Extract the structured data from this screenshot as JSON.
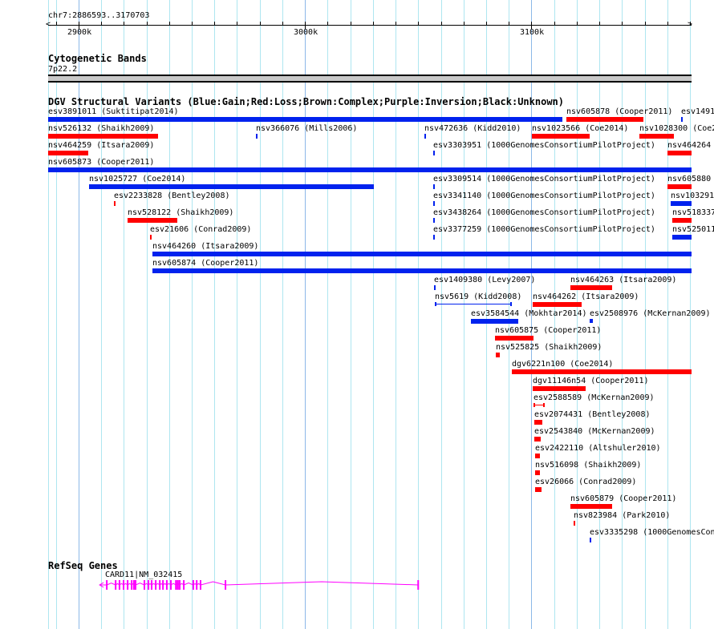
{
  "ruler": {
    "region_label": "chr7:2886593..3170703",
    "start_kb": 2886.593,
    "end_kb": 3170.703,
    "tick_labels": [
      {
        "kb": 2900,
        "label": "2900k"
      },
      {
        "kb": 3000,
        "label": "3000k"
      },
      {
        "kb": 3100,
        "label": "3100k"
      }
    ]
  },
  "cytoband": {
    "title": "Cytogenetic Bands",
    "band_label": "7p22.2",
    "color": "#c8c8c8"
  },
  "dgv": {
    "title": "DGV Structural Variants (Blue:Gain;Red:Loss;Brown:Complex;Purple:Inversion;Black:Unknown)",
    "colors": {
      "gain": "#0022ee",
      "loss": "#ff0000"
    },
    "features": [
      {
        "label": "esv3891011 (Suktitipat2014)",
        "start": 2886.6,
        "end": 3113.8,
        "type": "gain"
      },
      {
        "label": "nsv605878 (Cooper2011)",
        "start": 3115.5,
        "end": 3149.6,
        "type": "loss"
      },
      {
        "label": "esv1491",
        "start": 3166.2,
        "end": 3166.9,
        "type": "gain"
      },
      {
        "label": "nsv526132 (Shaikh2009)",
        "start": 2886.6,
        "end": 2935.2,
        "type": "loss"
      },
      {
        "label": "nsv366076 (Mills2006)",
        "start": 2978.4,
        "end": 2979.1,
        "type": "gain"
      },
      {
        "label": "nsv472636 (Kidd2010)",
        "start": 3052.8,
        "end": 3053.5,
        "type": "gain"
      },
      {
        "label": "nsv1023566 (Coe2014)",
        "start": 3100.3,
        "end": 3125.8,
        "type": "loss"
      },
      {
        "label": "nsv1028300 (Coe2",
        "start": 3147.8,
        "end": 3163.0,
        "type": "loss"
      },
      {
        "label": "nsv464259 (Itsara2009)",
        "start": 2886.6,
        "end": 2904.3,
        "type": "loss"
      },
      {
        "label": "esv3303951 (1000GenomesConsortiumPilotProject)",
        "start": 3056.7,
        "end": 3057.4,
        "type": "gain"
      },
      {
        "label": "nsv464264",
        "start": 3160.2,
        "end": 3170.7,
        "type": "loss"
      },
      {
        "label": "nsv605873 (Cooper2011)",
        "start": 2886.6,
        "end": 3170.7,
        "type": "gain"
      },
      {
        "label": "nsv1025727 (Coe2014)",
        "start": 2904.7,
        "end": 3030.5,
        "type": "gain"
      },
      {
        "label": "esv3309514 (1000GenomesConsortiumPilotProject)",
        "start": 3056.7,
        "end": 3057.4,
        "type": "gain"
      },
      {
        "label": "nsv605880",
        "start": 3160.2,
        "end": 3170.7,
        "type": "loss"
      },
      {
        "label": "esv2233828 (Bentley2008)",
        "start": 2915.7,
        "end": 2916.4,
        "type": "loss"
      },
      {
        "label": "esv3341140 (1000GenomesConsortiumPilotProject)",
        "start": 3056.7,
        "end": 3057.4,
        "type": "gain"
      },
      {
        "label": "nsv103291",
        "start": 3161.6,
        "end": 3170.7,
        "type": "gain"
      },
      {
        "label": "nsv528122 (Shaikh2009)",
        "start": 2921.7,
        "end": 2943.7,
        "type": "loss"
      },
      {
        "label": "esv3438264 (1000GenomesConsortiumPilotProject)",
        "start": 3056.7,
        "end": 3057.4,
        "type": "gain"
      },
      {
        "label": "nsv518337",
        "start": 3162.3,
        "end": 3170.7,
        "type": "loss"
      },
      {
        "label": "esv21606 (Conrad2009)",
        "start": 2931.6,
        "end": 2932.3,
        "type": "loss"
      },
      {
        "label": "esv3377259 (1000GenomesConsortiumPilotProject)",
        "start": 3056.7,
        "end": 3057.4,
        "type": "gain"
      },
      {
        "label": "nsv525011",
        "start": 3162.3,
        "end": 3170.7,
        "type": "gain"
      },
      {
        "label": "nsv464260 (Itsara2009)",
        "start": 2932.7,
        "end": 3170.7,
        "type": "gain"
      },
      {
        "label": "nsv605874 (Cooper2011)",
        "start": 2932.7,
        "end": 3170.7,
        "type": "gain"
      },
      {
        "label": "esv1409380 (Levy2007)",
        "start": 3057.1,
        "end": 3057.8,
        "type": "gain"
      },
      {
        "label": "nsv464263 (Itsara2009)",
        "start": 3117.3,
        "end": 3135.7,
        "type": "loss"
      },
      {
        "label": "nsv5619 (Kidd2008)",
        "start": 3057.4,
        "end": 3091.4,
        "type": "gain",
        "style": "bracket"
      },
      {
        "label": "nsv464262 (Itsara2009)",
        "start": 3100.7,
        "end": 3122.3,
        "type": "loss"
      },
      {
        "label": "esv3584544 (Mokhtar2014)",
        "start": 3073.4,
        "end": 3094.3,
        "type": "gain"
      },
      {
        "label": "esv2508976 (McKernan2009)",
        "start": 3125.8,
        "end": 3127.2,
        "type": "gain",
        "style": "bracket"
      },
      {
        "label": "nsv605875 (Cooper2011)",
        "start": 3084.0,
        "end": 3101.0,
        "type": "loss"
      },
      {
        "label": "nsv525825 (Shaikh2009)",
        "start": 3084.4,
        "end": 3086.1,
        "type": "loss"
      },
      {
        "label": "dgv6221n100 (Coe2014)",
        "start": 3091.4,
        "end": 3170.7,
        "type": "loss"
      },
      {
        "label": "dgv11146n54 (Cooper2011)",
        "start": 3100.7,
        "end": 3124.0,
        "type": "loss"
      },
      {
        "label": "esv2588589 (McKernan2009)",
        "start": 3101.0,
        "end": 3106.0,
        "type": "loss",
        "style": "bracket"
      },
      {
        "label": "esv2074431 (Bentley2008)",
        "start": 3101.4,
        "end": 3104.9,
        "type": "loss"
      },
      {
        "label": "esv2543840 (McKernan2009)",
        "start": 3101.4,
        "end": 3104.2,
        "type": "loss"
      },
      {
        "label": "esv2422110 (Altshuler2010)",
        "start": 3101.7,
        "end": 3103.8,
        "type": "loss"
      },
      {
        "label": "nsv516098 (Shaikh2009)",
        "start": 3101.7,
        "end": 3103.8,
        "type": "loss"
      },
      {
        "label": "esv26066 (Conrad2009)",
        "start": 3101.7,
        "end": 3104.5,
        "type": "loss"
      },
      {
        "label": "nsv605879 (Cooper2011)",
        "start": 3117.3,
        "end": 3135.7,
        "type": "loss"
      },
      {
        "label": "nsv823984 (Park2010)",
        "start": 3118.7,
        "end": 3119.4,
        "type": "loss"
      },
      {
        "label": "esv3335298 (1000GenomesCon",
        "start": 3125.8,
        "end": 3126.5,
        "type": "gain"
      }
    ]
  },
  "refseq": {
    "title": "RefSeq Genes",
    "color": "#ff00ff",
    "genes": [
      {
        "label": "CARD11|NM_032415",
        "start": 2909.3,
        "end": 3050.0,
        "strand": "-",
        "exons": [
          2912.5,
          2916.4,
          2918.1,
          2919.9,
          2921.7,
          2923.5,
          2924.5,
          2925.2,
          2929.1,
          2930.9,
          2932.3,
          2934.1,
          2935.9,
          2937.3,
          2939.0,
          2940.8,
          2943.0,
          2943.7,
          2944.4,
          2944.7,
          2946.5,
          2950.7,
          2952.2,
          2953.9,
          2964.9,
          3050.0
        ]
      }
    ]
  }
}
